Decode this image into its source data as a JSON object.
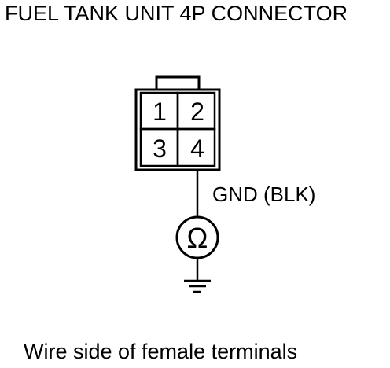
{
  "title": "FUEL TANK UNIT 4P CONNECTOR",
  "connector": {
    "pins": [
      "1",
      "2",
      "3",
      "4"
    ]
  },
  "wire_label": "GND (BLK)",
  "meter_symbol": "Ω",
  "meter_icon": "ohmmeter-icon",
  "ground_icon": "ground-icon",
  "caption": "Wire side of female terminals"
}
